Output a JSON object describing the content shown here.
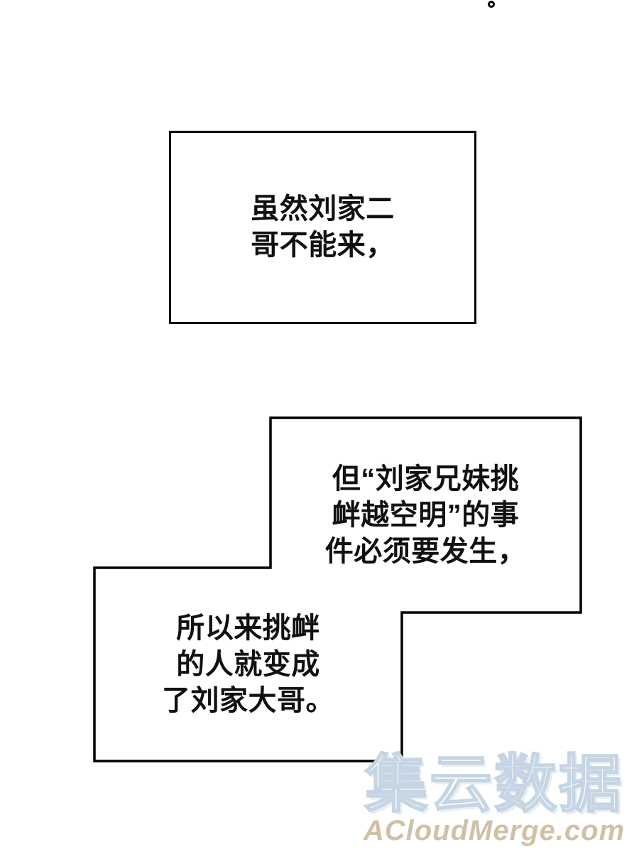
{
  "page": {
    "background_color": "#ffffff",
    "ink_color": "#111111",
    "border_color": "#000000",
    "cutoff_punctuation": "。"
  },
  "narration": {
    "box1": {
      "text": "虽然刘家二\n哥不能来，"
    },
    "box2": {
      "text": "但“刘家兄妹挑\n衅越空明”的事\n件必须要发生，"
    },
    "box3": {
      "text": "所以来挑衅\n的人就变成\n了刘家大哥。"
    }
  },
  "watermark": {
    "logo_text": "集云数据",
    "site_text": "ACloudMerge.com",
    "logo_outline_color": "#c6d5e3",
    "site_color": "#d0c1a6"
  }
}
